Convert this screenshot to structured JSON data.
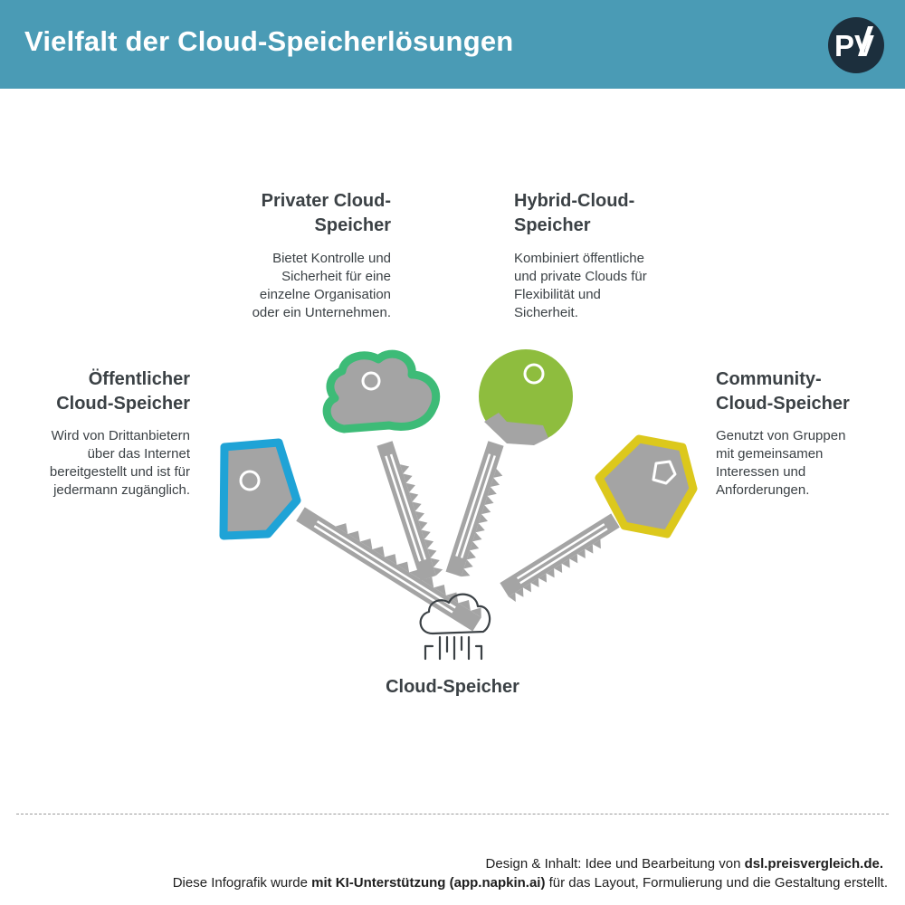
{
  "header": {
    "title": "Vielfalt der Cloud-Speicherlösungen",
    "logo_text": "PV"
  },
  "center": {
    "label": "Cloud-Speicher"
  },
  "items": [
    {
      "title_line1": "Öffentlicher",
      "title_line2": "Cloud-Speicher",
      "text": [
        "Wird von Drittanbietern",
        "über das Internet",
        "bereitgestellt und ist für",
        "jedermann zugänglich."
      ],
      "color": "#1fa3d6"
    },
    {
      "title_line1": "Privater Cloud-",
      "title_line2": "Speicher",
      "text": [
        "Bietet Kontrolle und",
        "Sicherheit für eine",
        "einzelne Organisation",
        "oder ein Unternehmen."
      ],
      "color": "#3dbb77"
    },
    {
      "title_line1": "Hybrid-Cloud-",
      "title_line2": "Speicher",
      "text": [
        "Kombiniert öffentliche",
        "und private Clouds für",
        "Flexibilität und",
        "Sicherheit."
      ],
      "color": "#8ebd3e"
    },
    {
      "title_line1": "Community-",
      "title_line2": "Cloud-Speicher",
      "text": [
        "Genutzt von Gruppen",
        "mit gemeinsamen",
        "Interessen und",
        "Anforderungen."
      ],
      "color": "#dcc81c"
    }
  ],
  "footer": {
    "credit1_prefix": "Design & Inhalt: Idee und Bearbeitung von ",
    "credit1_bold": "dsl.preisvergleich.de.",
    "credit2_prefix": "Diese Infografik wurde ",
    "credit2_bold": "mit KI-Unterstützung (app.napkin.ai)",
    "credit2_suffix": " für das Layout, Formulierung und die Gestaltung erstellt."
  }
}
